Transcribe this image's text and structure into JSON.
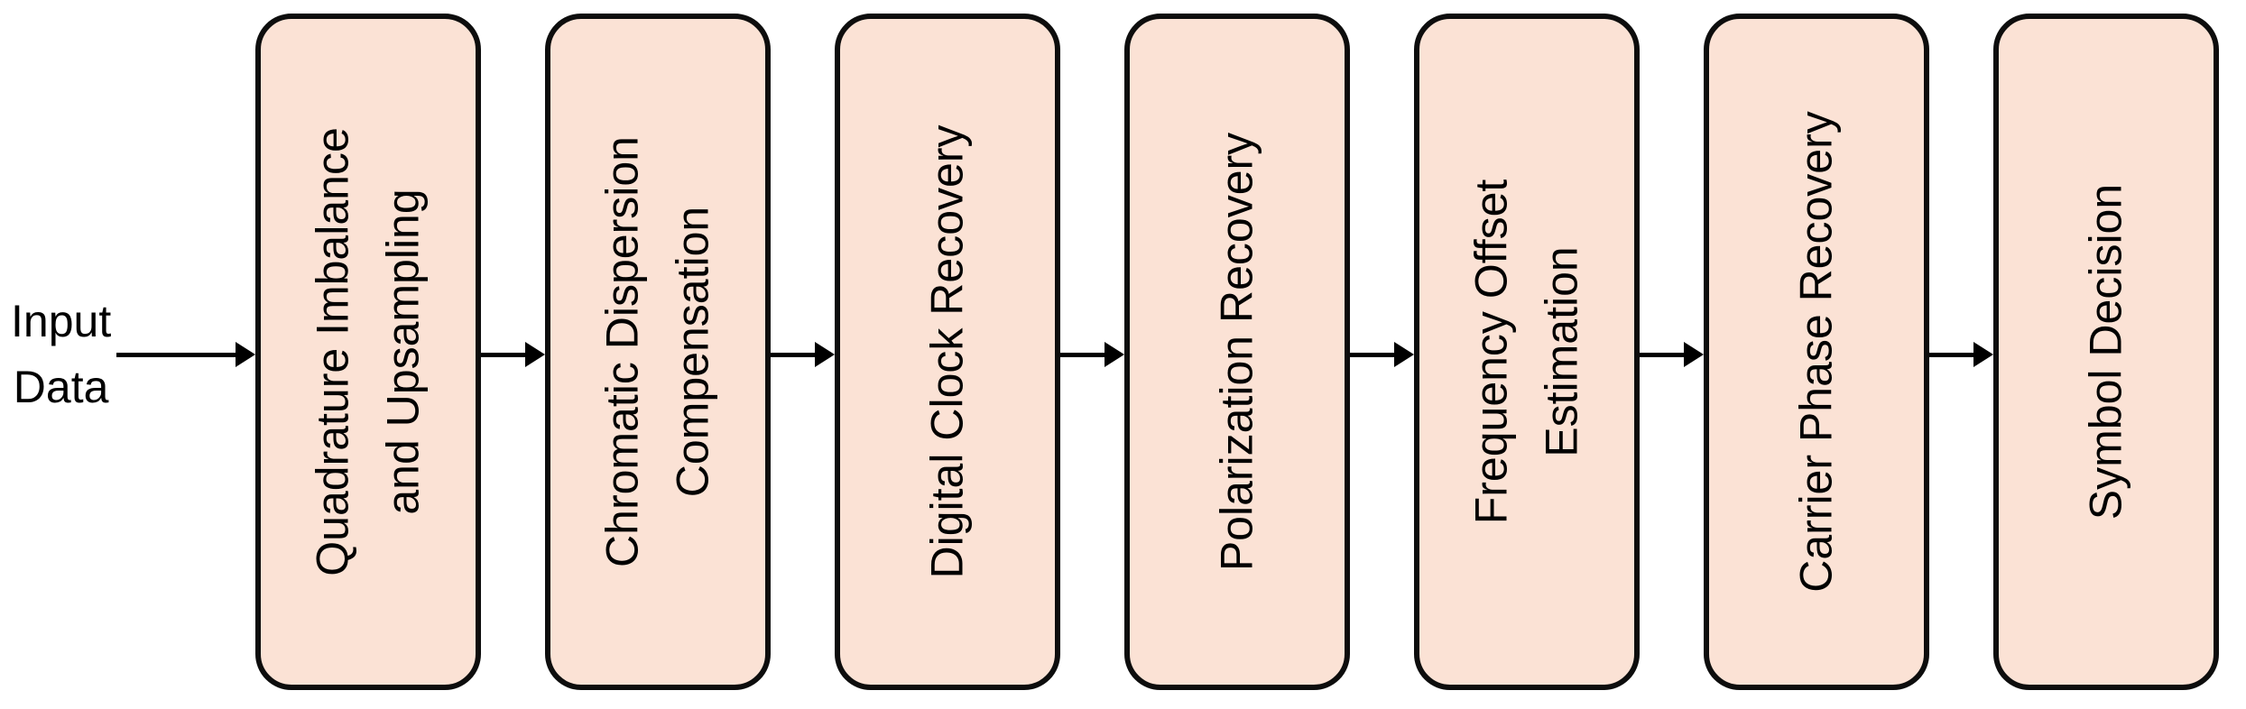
{
  "diagram": {
    "description": "Digital signal processing chain block diagram",
    "input_label": "Input\nData",
    "stages": [
      {
        "label": "Quadrature Imbalance\nand Upsampling"
      },
      {
        "label": "Chromatic Dispersion\nCompensation"
      },
      {
        "label": "Digital Clock Recovery"
      },
      {
        "label": "Polarization Recovery"
      },
      {
        "label": "Frequency Offset\nEstimation"
      },
      {
        "label": "Carrier Phase Recovery"
      },
      {
        "label": "Symbol Decision"
      }
    ],
    "colors": {
      "box_fill": "#fbe2d5",
      "box_border": "#0d0d0d",
      "arrow_color": "#000000",
      "text_color": "#000000",
      "bg_color": "#ffffff"
    }
  }
}
